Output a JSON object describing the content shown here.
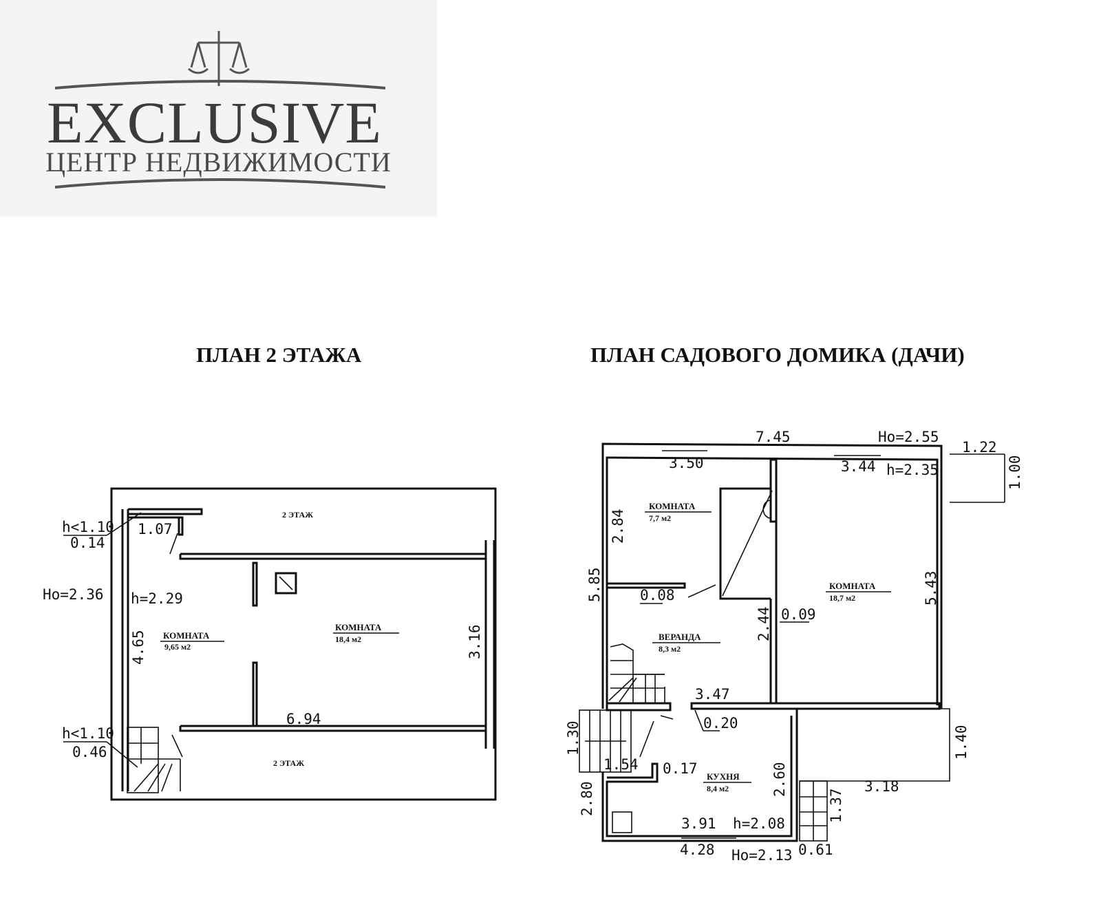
{
  "logo": {
    "brand": "EXCLUSIVE",
    "subtitle": "ЦЕНТР НЕДВИЖИМОСТИ",
    "icon": "scales-of-justice-icon",
    "color": "#3b3b3b"
  },
  "plan_floor2": {
    "title": "ПЛАН 2 ЭТАЖА",
    "labels": {
      "upper_area_top": "2 ЭТАЖ",
      "upper_area_bottom": "2 ЭТАЖ"
    },
    "rooms": [
      {
        "name": "КОМНАТА",
        "area": "9,65 м2"
      },
      {
        "name": "КОМНАТА",
        "area": "18,4 м2"
      }
    ],
    "dimensions": {
      "h_top": "h<1.10",
      "h_top_sub": "0.14",
      "d107": "1.07",
      "Ho": "Ho=2.36",
      "h": "h=2.29",
      "d465": "4.65",
      "d316": "3.16",
      "d694": "6.94",
      "h_bottom": "h<1.10",
      "h_bottom_sub": "0.46"
    }
  },
  "plan_dacha": {
    "title": "ПЛАН САДОВОГО ДОМИКА (ДАЧИ)",
    "rooms": [
      {
        "name": "КОМНАТА",
        "area": "7,7 м2"
      },
      {
        "name": "КОМНАТА",
        "area": "18,7 м2"
      },
      {
        "name": "ВЕРАНДА",
        "area": "8,3 м2"
      },
      {
        "name": "КУХНЯ",
        "area": "8,4 м2"
      }
    ],
    "dimensions": {
      "d745": "7.45",
      "Ho_top": "Ho=2.55",
      "d122": "1.22",
      "d100": "1.00",
      "d350": "3.50",
      "d344": "3.44",
      "h235": "h=2.35",
      "d284": "2.84",
      "d585": "5.85",
      "d543": "5.43",
      "d008": "0.08",
      "d009": "0.09",
      "d244": "2.44",
      "d347": "3.47",
      "d020": "0.20",
      "d130": "1.30",
      "d154": "1.54",
      "d017": "0.17",
      "d260": "2.60",
      "d140": "1.40",
      "d318": "3.18",
      "d280": "2.80",
      "d391": "3.91",
      "h208": "h=2.08",
      "d137": "1.37",
      "d428": "4.28",
      "Ho_bottom": "Ho=2.13",
      "d061": "0.61"
    }
  }
}
